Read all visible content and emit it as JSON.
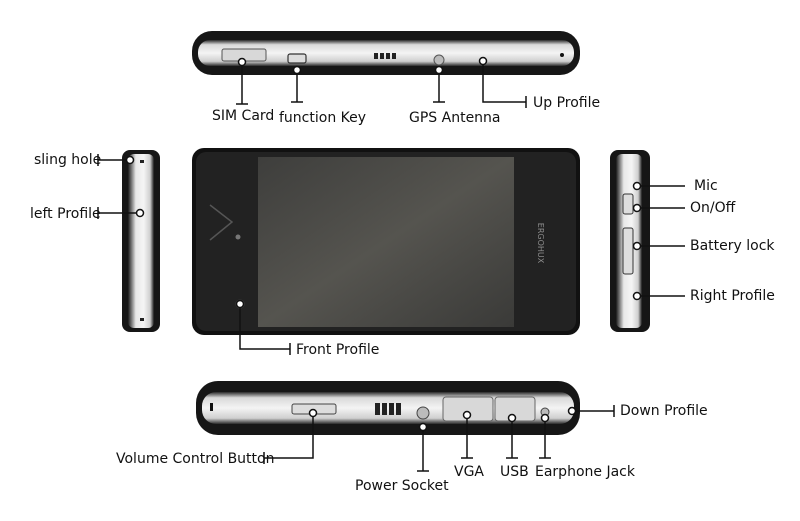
{
  "labels": {
    "sim_card": "SIM Card",
    "function_key": "function Key",
    "gps_antenna": "GPS Antenna",
    "up_profile": "Up Profile",
    "sling_hole": "sling hole",
    "left_profile": "left Profile",
    "mic": "Mic",
    "on_off": "On/Off",
    "battery_lock": "Battery lock",
    "right_profile": "Right Profile",
    "front_profile": "Front Profile",
    "volume_control_button": "Volume Control Button",
    "power_socket": "Power Socket",
    "vga": "VGA",
    "usb": "USB",
    "earphone_jack": "Earphone Jack",
    "down_profile": "Down Profile"
  },
  "device": {
    "brand_mark": "ERGOHUX"
  },
  "colors": {
    "body_dark": "#1c1c1c",
    "screen": "#4a4a48",
    "chrome": "#e6e6e6",
    "callout": "#111111"
  }
}
